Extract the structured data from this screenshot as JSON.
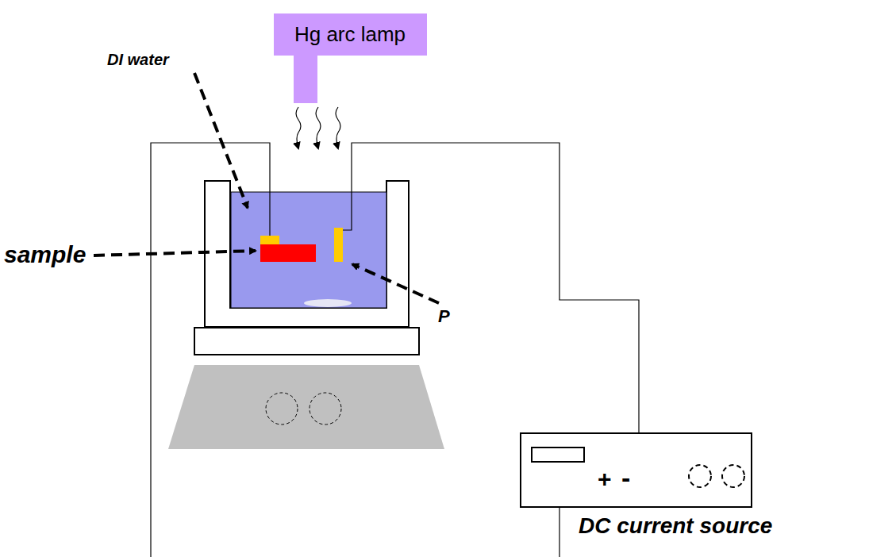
{
  "diagram": {
    "nodes": [
      {
        "text": [
          "Hg arc lamp"
        ]
      },
      {
        "text": [
          "+",
          "-",
          "DC current source"
        ]
      }
    ],
    "labels": [
      "DI water",
      "sample",
      "P"
    ]
  }
}
